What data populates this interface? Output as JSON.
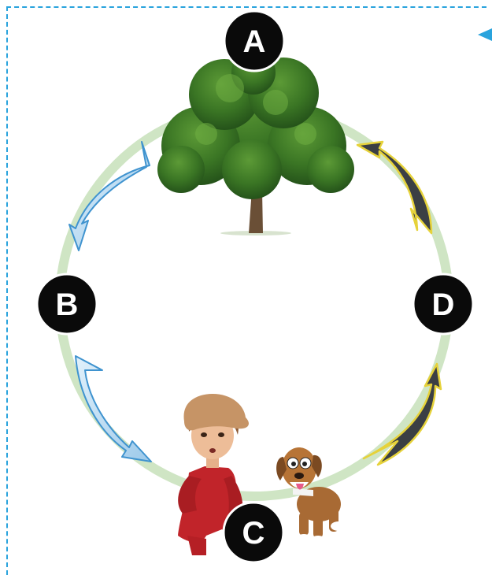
{
  "nodes": {
    "a": "A",
    "b": "B",
    "c": "C",
    "d": "D"
  },
  "colors": {
    "frame": "#29a3dd",
    "cycle_ring": "#cfe5c4",
    "arrow_blue_fill": "#c5e2f4",
    "arrow_blue_edge": "#3f93cf",
    "arrow_dark_fill": "#3b3f44",
    "arrow_dark_edge": "#e6d23a",
    "node_fill": "#0a0a0a"
  },
  "illustrations": [
    "tree",
    "girl",
    "dog"
  ]
}
